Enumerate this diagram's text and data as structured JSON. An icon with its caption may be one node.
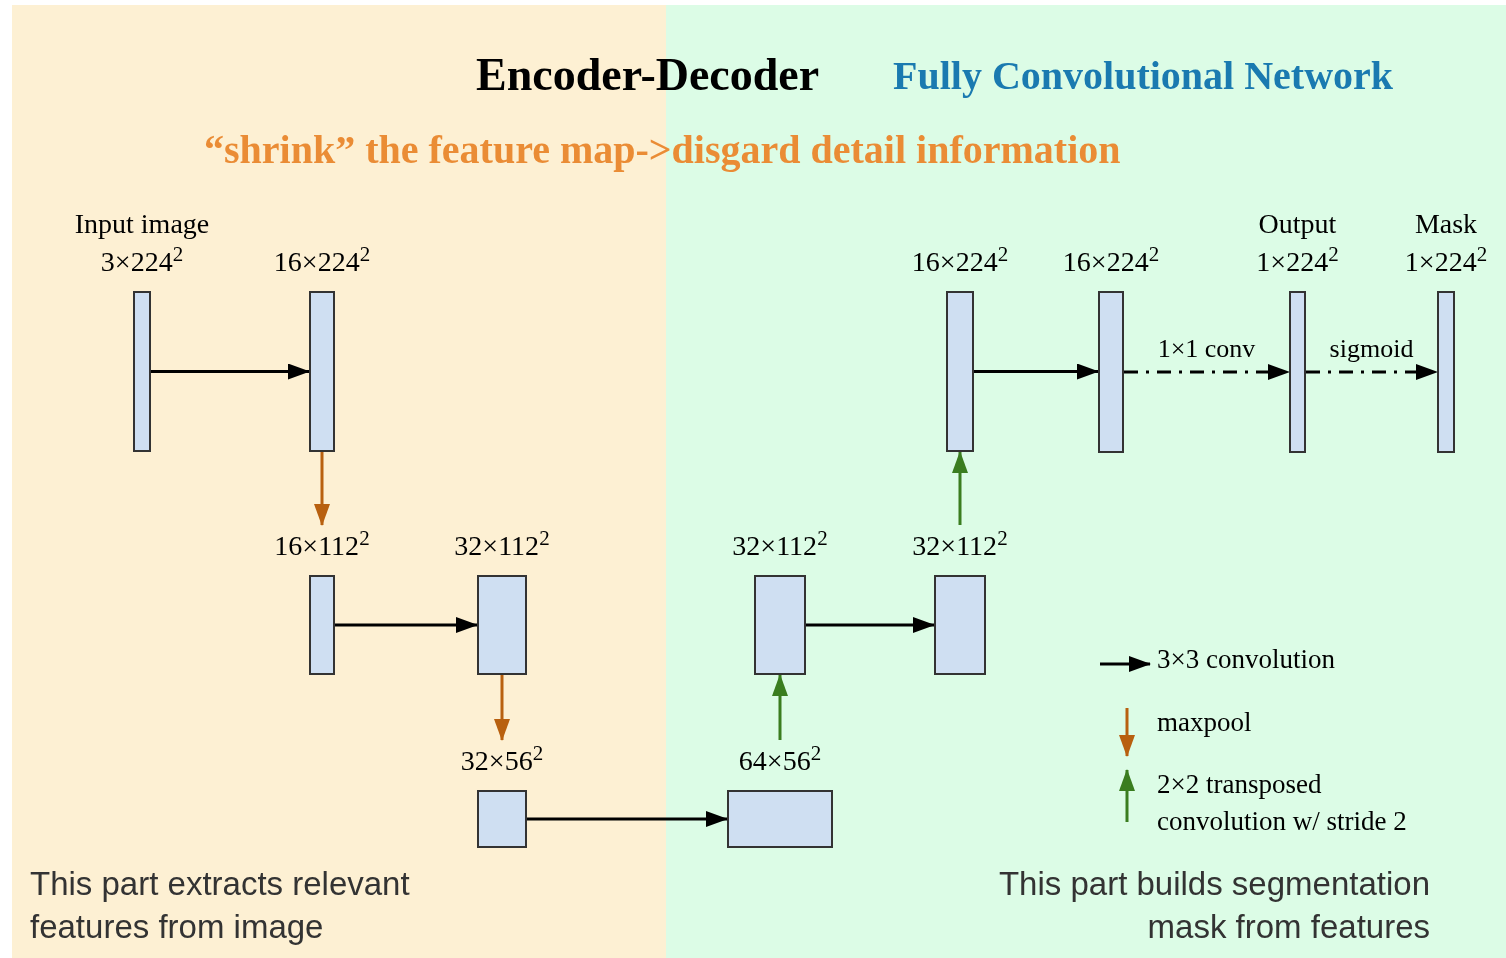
{
  "diagram": {
    "title": "Encoder-Decoder",
    "nodes": [
      {
        "text": [],
        "shape": "bar",
        "beside": [
          "Input image",
          "3×224$^{2}$"
        ]
      },
      {
        "text": [],
        "shape": "bar",
        "beside": [
          "16×224$^{2}$"
        ]
      },
      {
        "text": [],
        "shape": "bar",
        "beside": [
          "16×112$^{2}$"
        ]
      },
      {
        "text": [],
        "shape": "bar",
        "beside": [
          "32×112$^{2}$"
        ]
      },
      {
        "text": [],
        "shape": "bar",
        "beside": [
          "32×56$^{2}$"
        ]
      },
      {
        "text": [],
        "shape": "bar",
        "beside": [
          "64×56$^{2}$"
        ]
      },
      {
        "text": [],
        "shape": "bar",
        "beside": [
          "32×112$^{2}$"
        ]
      },
      {
        "text": [],
        "shape": "bar",
        "beside": [
          "32×112$^{2}$"
        ]
      },
      {
        "text": [],
        "shape": "bar",
        "beside": [
          "16×224$^{2}$"
        ]
      },
      {
        "text": [],
        "shape": "bar",
        "beside": [
          "16×224$^{2}$"
        ]
      },
      {
        "text": [],
        "shape": "bar",
        "beside": [
          "Output",
          "1×224$^{2}$"
        ]
      },
      {
        "text": [],
        "shape": "bar",
        "beside": [
          "Mask",
          "1×224$^{2}$"
        ]
      }
    ],
    "edges": [
      {
        "from": 0,
        "to": 1,
        "arrow": "to"
      },
      {
        "from": 1,
        "to": 2,
        "arrow": "to",
        "color": "#b8600f"
      },
      {
        "from": 2,
        "to": 3,
        "arrow": "to"
      },
      {
        "from": 3,
        "to": 4,
        "arrow": "to",
        "color": "#b8600f"
      },
      {
        "from": 4,
        "to": 5,
        "arrow": "to"
      },
      {
        "from": 5,
        "to": 6,
        "arrow": "to",
        "color": "#3a7d1f"
      },
      {
        "from": 6,
        "to": 7,
        "arrow": "to"
      },
      {
        "from": 7,
        "to": 8,
        "arrow": "to",
        "color": "#3a7d1f"
      },
      {
        "from": 8,
        "to": 9,
        "arrow": "to"
      },
      {
        "from": 9,
        "to": 10,
        "arrow": "to",
        "style": "dashed",
        "label": "1×1 conv"
      },
      {
        "from": 10,
        "to": 11,
        "arrow": "to",
        "style": "dashed",
        "label": "sigmoid"
      }
    ],
    "labels": [
      "Fully Convolutional Network",
      "“shrink” the feature map->disgard detail information",
      "**This part** extracts relevant features from image",
      "**This part** builds segmentation mask from features"
    ],
    "legend": [
      {
        "text": "3×3 convolution"
      },
      {
        "text": "maxpool"
      },
      {
        "text": "2×2 transposed convolution w/ stride 2"
      }
    ]
  }
}
